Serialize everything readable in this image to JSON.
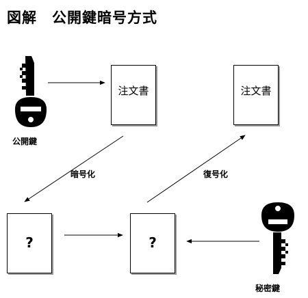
{
  "title": "図解　公開鍵暗号方式",
  "documents": {
    "order_plain": "注文書",
    "order_decrypted": "注文書",
    "cipher_left": "?",
    "cipher_middle": "?"
  },
  "labels": {
    "public_key": "公開鍵",
    "private_key": "秘密鍵",
    "encrypt": "暗号化",
    "decrypt": "復号化"
  },
  "icons": {
    "public_key": "key-icon",
    "private_key": "key-icon"
  }
}
